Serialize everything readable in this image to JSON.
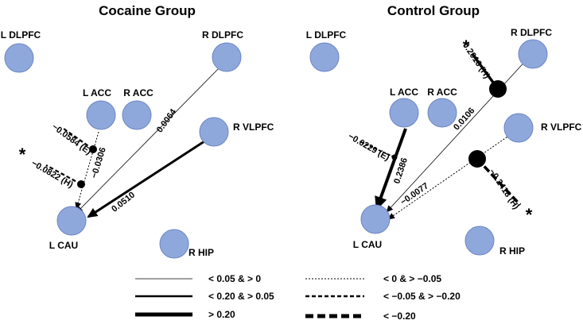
{
  "colors": {
    "node_fill": "#8fa8dc",
    "node_stroke": "#6b86c4",
    "edge": "#000000",
    "background": "#ffffff"
  },
  "panels": {
    "cocaine": {
      "title": "Cocaine Group",
      "nodes": {
        "l_dlpfc": "L DLPFC",
        "r_dlpfc": "R DLPFC",
        "l_acc": "L ACC",
        "r_acc": "R ACC",
        "r_vlpfc": "R VLPFC",
        "l_cau": "L CAU",
        "r_hip": "R HIP"
      },
      "edges": {
        "r_dlpfc_to_l_cau": "0.0064",
        "r_vlpfc_to_l_cau": "0.0510",
        "l_acc_to_l_cau": "−0.0306",
        "mod_e": "−0.0584 (E)",
        "mod_h": "−0.0822 (H)"
      },
      "significance_mark": "*"
    },
    "control": {
      "title": "Control Group",
      "nodes": {
        "l_dlpfc": "L DLPFC",
        "r_dlpfc": "R DLPFC",
        "l_acc": "L ACC",
        "r_acc": "R ACC",
        "r_vlpfc": "R VLPFC",
        "l_cau": "L CAU",
        "r_hip": "R HIP"
      },
      "edges": {
        "r_dlpfc_to_l_cau": "0.0106",
        "r_vlpfc_to_l_cau": "−0.0077",
        "l_acc_to_l_cau": "0.2386",
        "mod_e": "−0.0229 (E)",
        "mod_h_dlpfc": "0.2016 (H)",
        "mod_h_vlpfc": "−0.2418 (H)"
      },
      "significance_mark_dlpfc": "*",
      "significance_mark_vlpfc": "*"
    }
  },
  "legend": {
    "thin_solid": "< 0.05 & > 0",
    "medium_solid": "< 0.20 & > 0.05",
    "thick_solid": "> 0.20",
    "thin_dashed": "< 0 & > −0.05",
    "medium_dashed": "< −0.05 & > −0.20",
    "thick_dashed": "< −0.20"
  }
}
